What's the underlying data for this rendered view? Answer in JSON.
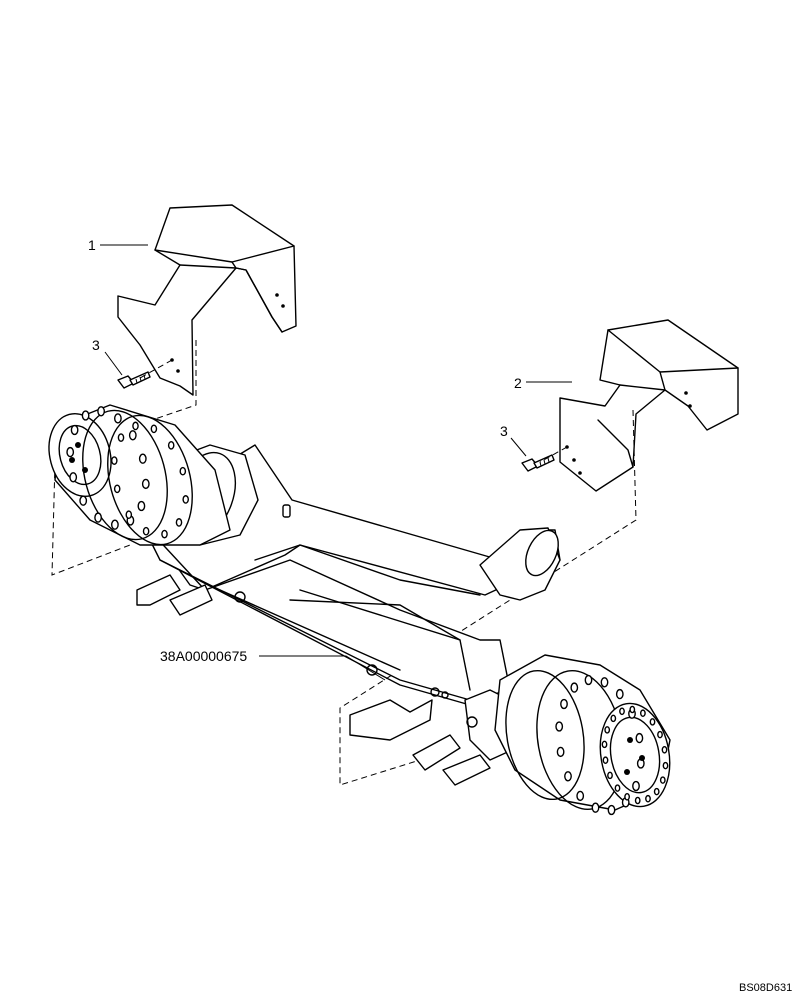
{
  "diagram": {
    "callouts": [
      {
        "id": "1",
        "text": "1"
      },
      {
        "id": "2",
        "text": "2"
      },
      {
        "id": "3a",
        "text": "3"
      },
      {
        "id": "3b",
        "text": "3"
      }
    ],
    "assembly_label": "38A00000675",
    "drawing_code": "BS08D631"
  }
}
